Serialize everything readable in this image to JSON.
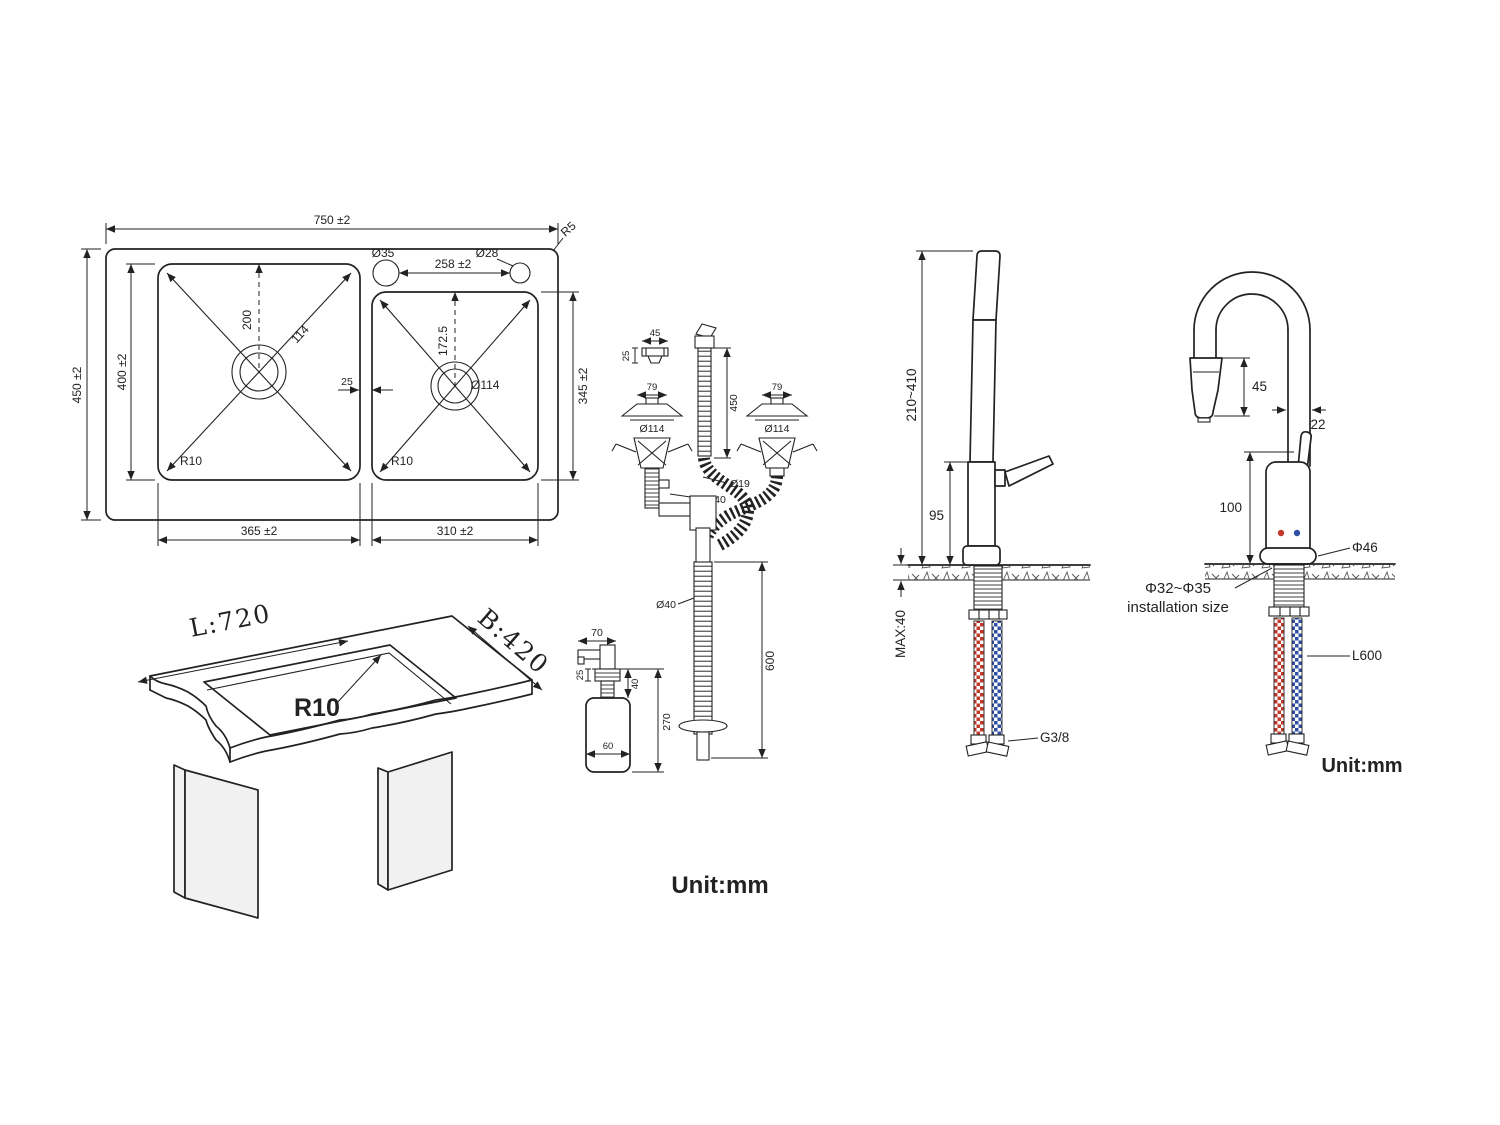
{
  "unit_center": "Unit:mm",
  "unit_right": "Unit:mm",
  "colors": {
    "line": "#222222",
    "hot": "#c0392b",
    "cold": "#2e4fa3"
  },
  "sink": {
    "w_total": "750 ±2",
    "r_outer": "R5",
    "hole1": "Ø35",
    "hole2": "Ø28",
    "hole_span": "258 ±2",
    "d_total": "450 ±2",
    "d_inner": "400 ±2",
    "d_right": "345 ±2",
    "gap": "25",
    "bowl1_w": "365 ±2",
    "bowl2_w": "310 ±2",
    "bowl1_cx": "200",
    "bowl1_drain": "114",
    "bowl1_r": "R10",
    "bowl2_cx": "172.5",
    "bowl2_drain": "Ø114",
    "bowl2_r": "R10"
  },
  "cutout": {
    "length": "L:720",
    "breadth": "B:420",
    "radius": "R10"
  },
  "drain": {
    "overflow_w": "45",
    "overflow_h": "25",
    "strainer1_top": "79",
    "strainer2_top": "79",
    "strainer1_dia": "Ø114",
    "strainer2_dia": "Ø114",
    "hose_len": "450",
    "overflow_dia": "Ø19",
    "tail_dia": "Ø40",
    "pipe_dia": "Ø40",
    "pipe_len": "600",
    "disp_spout": "70",
    "disp_collar": "25",
    "disp_thread": "40",
    "disp_height": "270",
    "disp_width": "60"
  },
  "faucet1": {
    "height_range": "210~410",
    "body_height": "95",
    "counter_max": "MAX:40",
    "thread": "G3/8"
  },
  "faucet2": {
    "head_len": "45",
    "pipe_dia": "22",
    "body_height": "100",
    "base_dia": "Φ46",
    "install": "Φ32~Φ35",
    "install_label": "installation size",
    "hose_len": "L600"
  }
}
